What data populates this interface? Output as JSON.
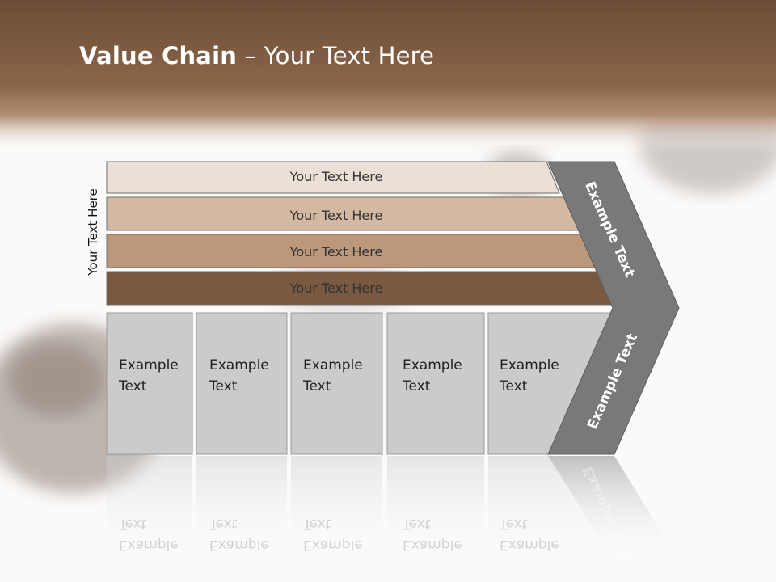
{
  "slide": {
    "title_bold": "Value Chain",
    "title_rest": " – Your Text Here",
    "side_label": "Your Text Here"
  },
  "bars": [
    {
      "label": "Your Text Here",
      "color": "#ebe0d6"
    },
    {
      "label": "Your Text Here",
      "color": "#d3b9a2"
    },
    {
      "label": "Your Text Here",
      "color": "#bc977a"
    },
    {
      "label": "Your Text Here",
      "color": "#795a41"
    }
  ],
  "boxes": [
    {
      "line1": "Example",
      "line2": "Text"
    },
    {
      "line1": "Example",
      "line2": "Text"
    },
    {
      "line1": "Example",
      "line2": "Text"
    },
    {
      "line1": "Example",
      "line2": "Text"
    },
    {
      "line1": "Example",
      "line2": "Text"
    }
  ],
  "arrow": {
    "upper_label": "Example Text",
    "lower_label": "Example Text",
    "color": "#797979"
  },
  "colors": {
    "header_brown": "#7e5b40",
    "box_gray": "#cbcbcb"
  }
}
